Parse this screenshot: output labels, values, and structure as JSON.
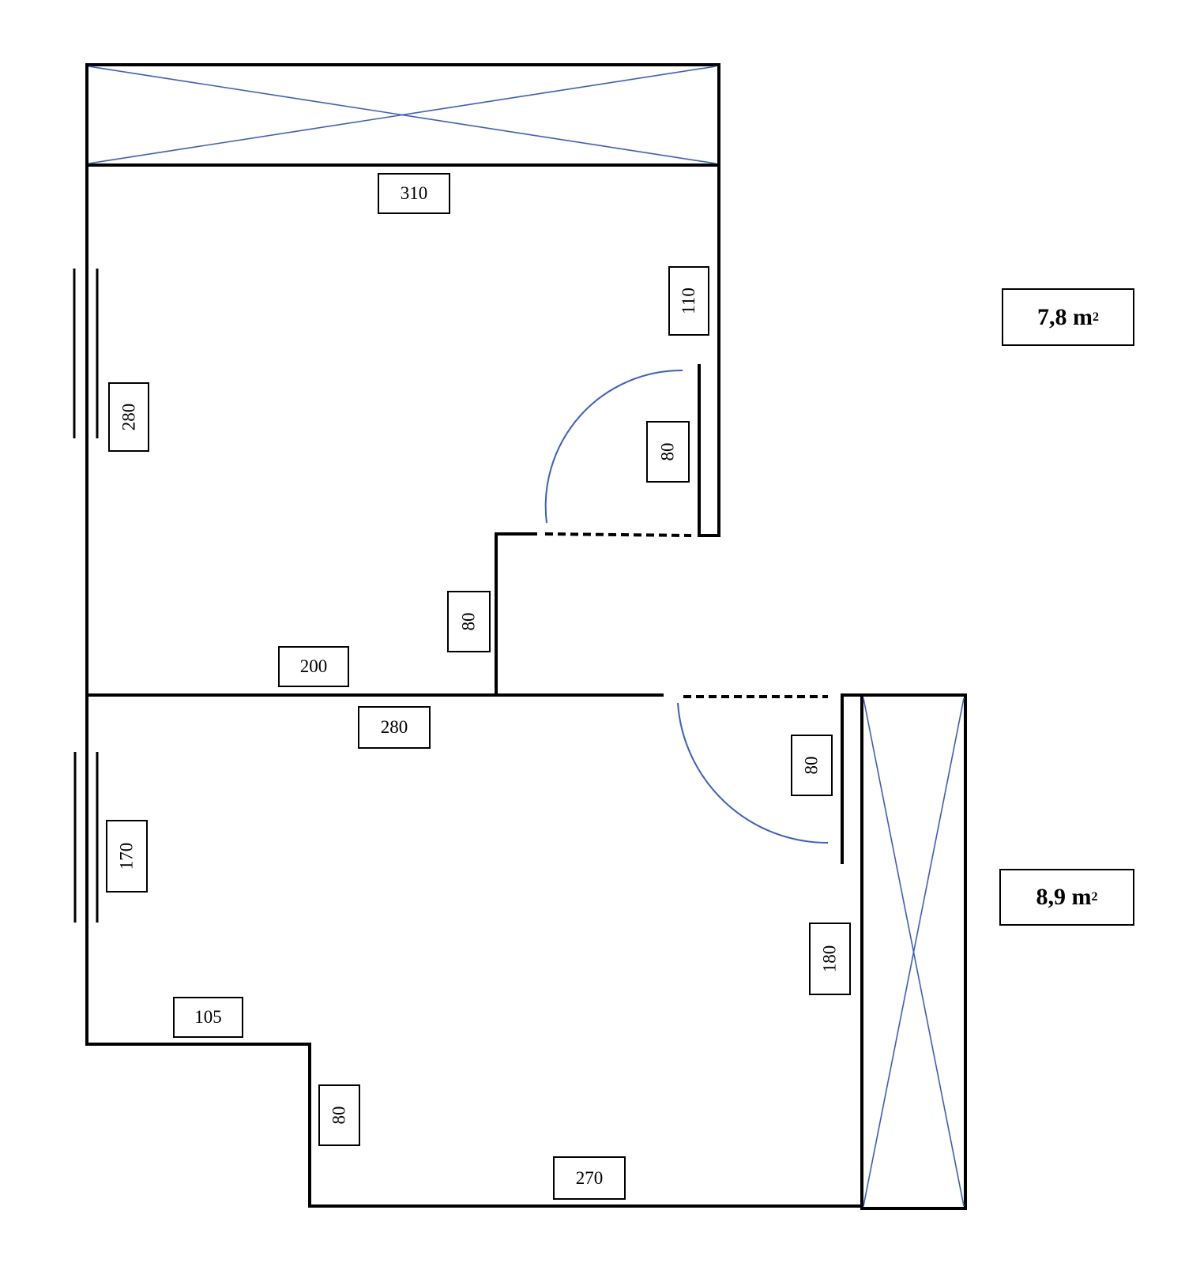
{
  "dimensions": {
    "top_width": "310",
    "right_upper": "110",
    "left_upper": "280",
    "door_upper": "80",
    "step_upper": "80",
    "mid_left": "200",
    "mid_lower": "280",
    "door_lower": "80",
    "left_lower": "170",
    "right_lower": "180",
    "bottom_left": "105",
    "step_lower": "80",
    "bottom_width": "270"
  },
  "areas": {
    "room_upper": {
      "value": "7,8 m",
      "unit_sup": "2"
    },
    "room_lower": {
      "value": "8,9 m",
      "unit_sup": "2"
    }
  }
}
